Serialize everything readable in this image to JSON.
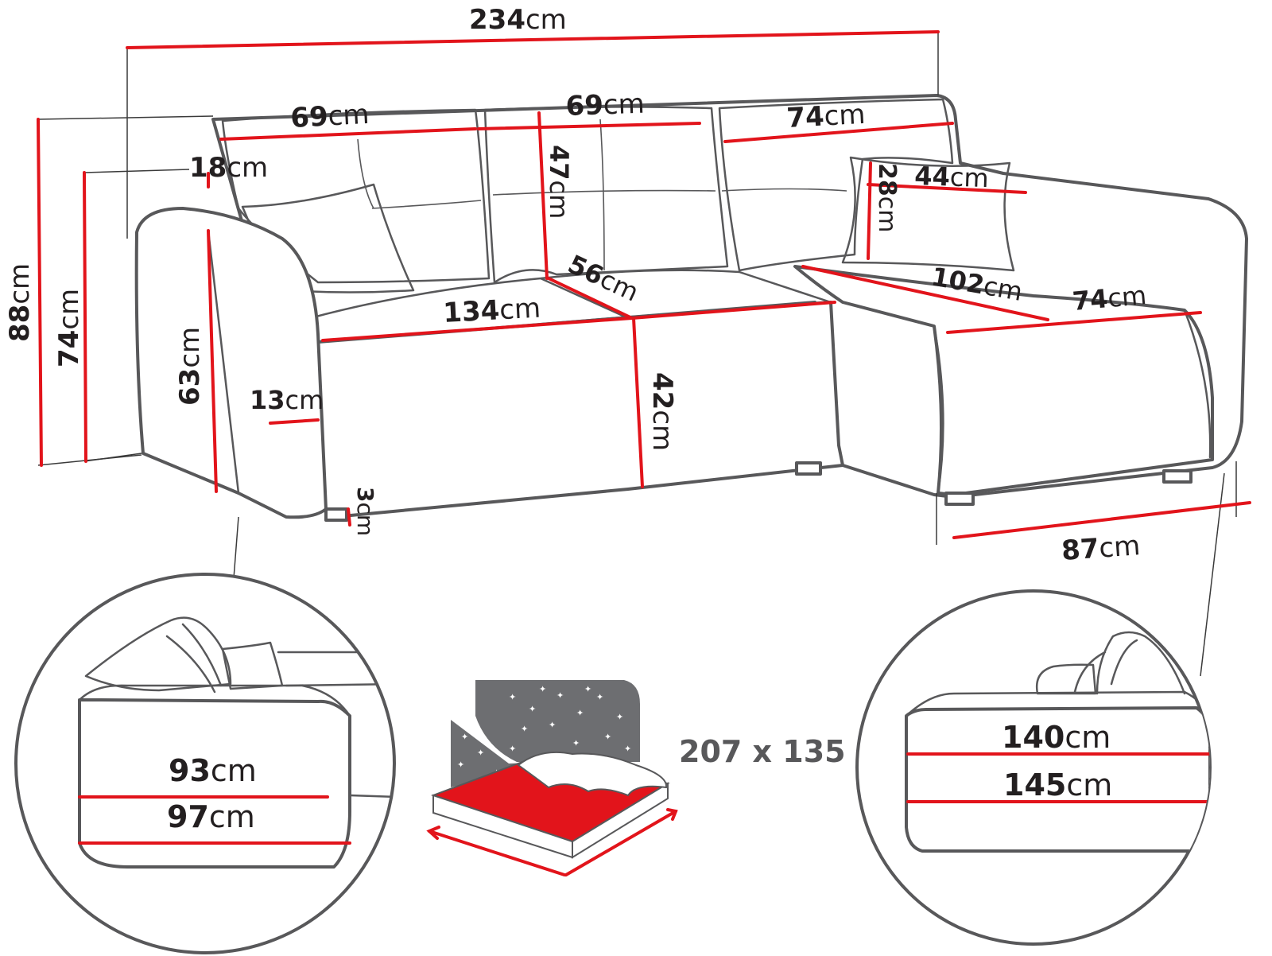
{
  "dimensions": {
    "total_width": {
      "num": "234",
      "unit": "cm"
    },
    "back_seg1": {
      "num": "69",
      "unit": "cm"
    },
    "back_seg2": {
      "num": "69",
      "unit": "cm"
    },
    "back_seg3": {
      "num": "74",
      "unit": "cm"
    },
    "headrest_height": {
      "num": "18",
      "unit": "cm"
    },
    "backrest_height": {
      "num": "47",
      "unit": "cm"
    },
    "pillow_width": {
      "num": "44",
      "unit": "cm"
    },
    "pillow_height": {
      "num": "28",
      "unit": "cm"
    },
    "total_height": {
      "num": "88",
      "unit": "cm"
    },
    "armrest_height": {
      "num": "74",
      "unit": "cm"
    },
    "arm_front_height": {
      "num": "63",
      "unit": "cm"
    },
    "seat_width": {
      "num": "134",
      "unit": "cm"
    },
    "seat_depth": {
      "num": "56",
      "unit": "cm"
    },
    "chaise_length": {
      "num": "102",
      "unit": "cm"
    },
    "chaise_width_top": {
      "num": "74",
      "unit": "cm"
    },
    "arm_width": {
      "num": "13",
      "unit": "cm"
    },
    "seat_height": {
      "num": "42",
      "unit": "cm"
    },
    "leg_height": {
      "num": "3",
      "unit": "cm"
    },
    "chaise_width": {
      "num": "87",
      "unit": "cm"
    },
    "depth_left_1": {
      "num": "93",
      "unit": "cm"
    },
    "depth_left_2": {
      "num": "97",
      "unit": "cm"
    },
    "depth_right_1": {
      "num": "140",
      "unit": "cm"
    },
    "depth_right_2": {
      "num": "145",
      "unit": "cm"
    }
  },
  "sleeping_area": "207 x 135",
  "colors": {
    "measure_line": "#e2141b",
    "outline": "#58585a",
    "text": "#231f20",
    "bed_surface": "#e2141b",
    "night_sky": "#6d6e71"
  }
}
